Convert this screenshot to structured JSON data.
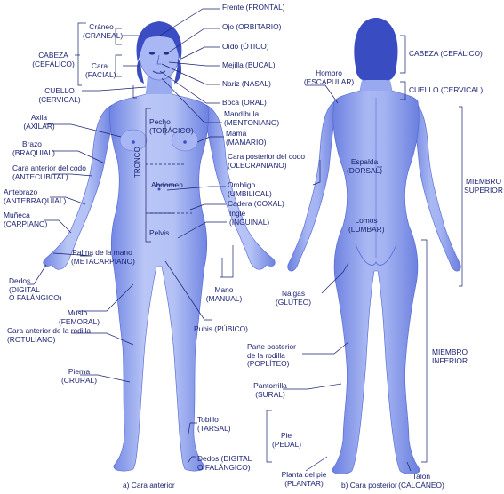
{
  "front": {
    "caption": "a)  Cara anterior",
    "labels": {
      "frente": "Frente (FRONTAL)",
      "ojo": "Ojo (ORBITARIO)",
      "craneo_1": "Cráneo",
      "craneo_2": "(CRANEAL)",
      "oido": "Oído (ÓTICO)",
      "cabeza_1": "CABEZA",
      "cabeza_2": "(CEFÁLICO)",
      "cara_1": "Cara",
      "cara_2": "(FACIAL)",
      "mejilla": "Mejilla (BUCAL)",
      "nariz": "Nariz (NASAL)",
      "cuello_1": "CUELLO",
      "cuello_2": "(CERVICAL)",
      "boca": "Boca (ORAL)",
      "mandibula_1": "Mandíbula",
      "mandibula_2": "(MENTONIANO)",
      "axila_1": "Axila",
      "axila_2": "(AXILAR)",
      "pecho_1": "Pecho",
      "pecho_2": "(TORÁCICO)",
      "mama_1": "Mama",
      "mama_2": "(MAMARIO)",
      "brazo_1": "Brazo",
      "brazo_2": "(BRAQUIAL)",
      "codo_ant_1": "Cara anterior del codo",
      "codo_ant_2": "(ANTECUBITAL)",
      "tronco": "TRONCO",
      "abdomen": "Abdomen",
      "ombligo_1": "Ombligo",
      "ombligo_2": "(UMBILICAL)",
      "cadera": "Cadera (COXAL)",
      "antebrazo_1": "Antebrazo",
      "antebrazo_2": "(ANTEBRAQUIAL)",
      "ingle_1": "Ingle",
      "ingle_2": "(INGUINAL)",
      "muneca_1": "Muñeca",
      "muneca_2": "(CARPIANO)",
      "pelvis": "Pelvis",
      "palma_1": "Palma de la mano",
      "palma_2": "(METACARPIANO)",
      "dedos_1": "Dedos",
      "dedos_2": "(DIGITAL",
      "dedos_3": "O FALÁNGICO)",
      "mano_1": "Mano",
      "mano_2": "(MANUAL)",
      "muslo_1": "Muslo",
      "muslo_2": "(FEMORAL)",
      "pubis": "Pubis (PÚBICO)",
      "rodilla_1": "Cara anterior de la rodilla",
      "rodilla_2": "(ROTULIANO)",
      "pierna_1": "Pierna",
      "pierna_2": "(CRURAL)",
      "tobillo_1": "Tobillo",
      "tobillo_2": "(TARSAL)",
      "dedos_pie_1": "Dedos (DIGITAL",
      "dedos_pie_2": "O FALÁNGICO)"
    }
  },
  "back": {
    "caption": "b)  Cara posterior",
    "labels": {
      "hombro_1": "Hombro",
      "hombro_2": "(ESCAPULAR)",
      "cabeza": "CABEZA (CEFÁLICO)",
      "cuello": "CUELLO (CERVICAL)",
      "codo_post_1": "Cara posterior del codo",
      "codo_post_2": "(OLECRANIANO)",
      "espalda_1": "Espalda",
      "espalda_2": "(DORSAL)",
      "miembro_sup_1": "MIEMBRO",
      "miembro_sup_2": "SUPERIOR",
      "lomos_1": "Lomos",
      "lomos_2": "(LUMBAR)",
      "nalgas_1": "Nalgas",
      "nalgas_2": "(GLÚTEO)",
      "miembro_inf_1": "MIEMBRO",
      "miembro_inf_2": "INFERIOR",
      "poplitea_1": "Parte posterior",
      "poplitea_2": "de la rodilla",
      "poplitea_3": "(POPLÍTEO)",
      "pantorrilla_1": "Pantorrilla",
      "pantorrilla_2": "(SURAL)",
      "pie_1": "Pie",
      "pie_2": "(PEDAL)",
      "planta_1": "Planta del pie",
      "planta_2": "(PLANTAR)",
      "talon_1": "Talón",
      "talon_2": "(CALCÁNEO)"
    }
  },
  "colors": {
    "body_fill": "#8fa3ee",
    "body_dark": "#5c6fd6",
    "hair": "#3d4fc6",
    "ink": "#1b2270"
  }
}
